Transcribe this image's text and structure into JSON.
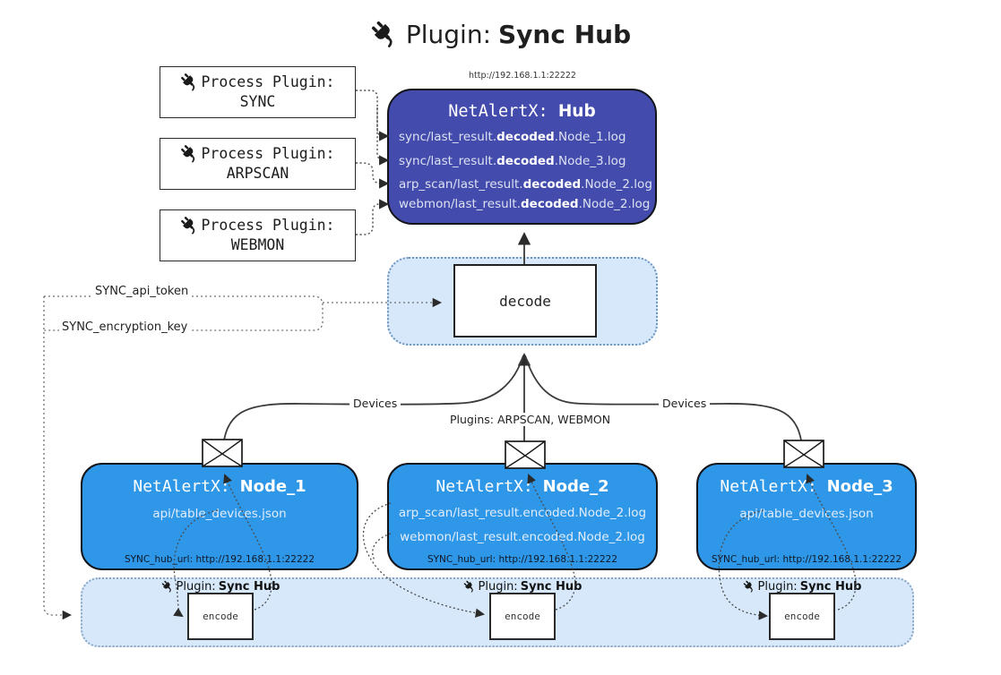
{
  "title": {
    "prefix": "Plugin:",
    "name": "Sync Hub"
  },
  "process_plugins": [
    {
      "label": "Process Plugin:",
      "name": "SYNC"
    },
    {
      "label": "Process Plugin:",
      "name": "ARPSCAN"
    },
    {
      "label": "Process Plugin:",
      "name": "WEBMON"
    }
  ],
  "hub": {
    "url": "http://192.168.1.1:22222",
    "title_prefix": "NetAlertX:",
    "title_name": "Hub",
    "files": [
      {
        "pre": "sync/last_result.",
        "bold": "decoded",
        "post": ".Node_1.log"
      },
      {
        "pre": "sync/last_result.",
        "bold": "decoded",
        "post": ".Node_3.log"
      },
      {
        "pre": "arp_scan/last_result.",
        "bold": "decoded",
        "post": ".Node_2.log"
      },
      {
        "pre": "webmon/last_result.",
        "bold": "decoded",
        "post": ".Node_2.log"
      }
    ]
  },
  "decode": {
    "label": "decode"
  },
  "config_labels": {
    "api_token": "SYNC_api_token",
    "encryption_key": "SYNC_encryption_key"
  },
  "edge_labels": {
    "devices_left": "Devices",
    "devices_right": "Devices",
    "plugins": "Plugins: ARPSCAN, WEBMON"
  },
  "nodes": [
    {
      "title_prefix": "NetAlertX:",
      "title_name": "Node_1",
      "files": [
        "api/table_devices.json"
      ],
      "hub_url": "SYNC_hub_url: http://192.168.1.1:22222"
    },
    {
      "title_prefix": "NetAlertX:",
      "title_name": "Node_2",
      "files": [
        "arp_scan/last_result.encoded.Node_2.log",
        "webmon/last_result.encoded.Node_2.log"
      ],
      "hub_url": "SYNC_hub_url: http://192.168.1.1:22222"
    },
    {
      "title_prefix": "NetAlertX:",
      "title_name": "Node_3",
      "files": [
        "api/table_devices.json"
      ],
      "hub_url": "SYNC_hub_url: http://192.168.1.1:22222"
    }
  ],
  "encoder_bar": {
    "label_prefix": "Plugin:",
    "label_name": "Sync Hub",
    "encode_label": "encode"
  },
  "colors": {
    "hub_fill": "#434cad",
    "node_fill": "#2f97e8",
    "panel_fill": "#d6e8fa",
    "line": "#3b3b3b",
    "dotted": "#4a4a4a"
  }
}
